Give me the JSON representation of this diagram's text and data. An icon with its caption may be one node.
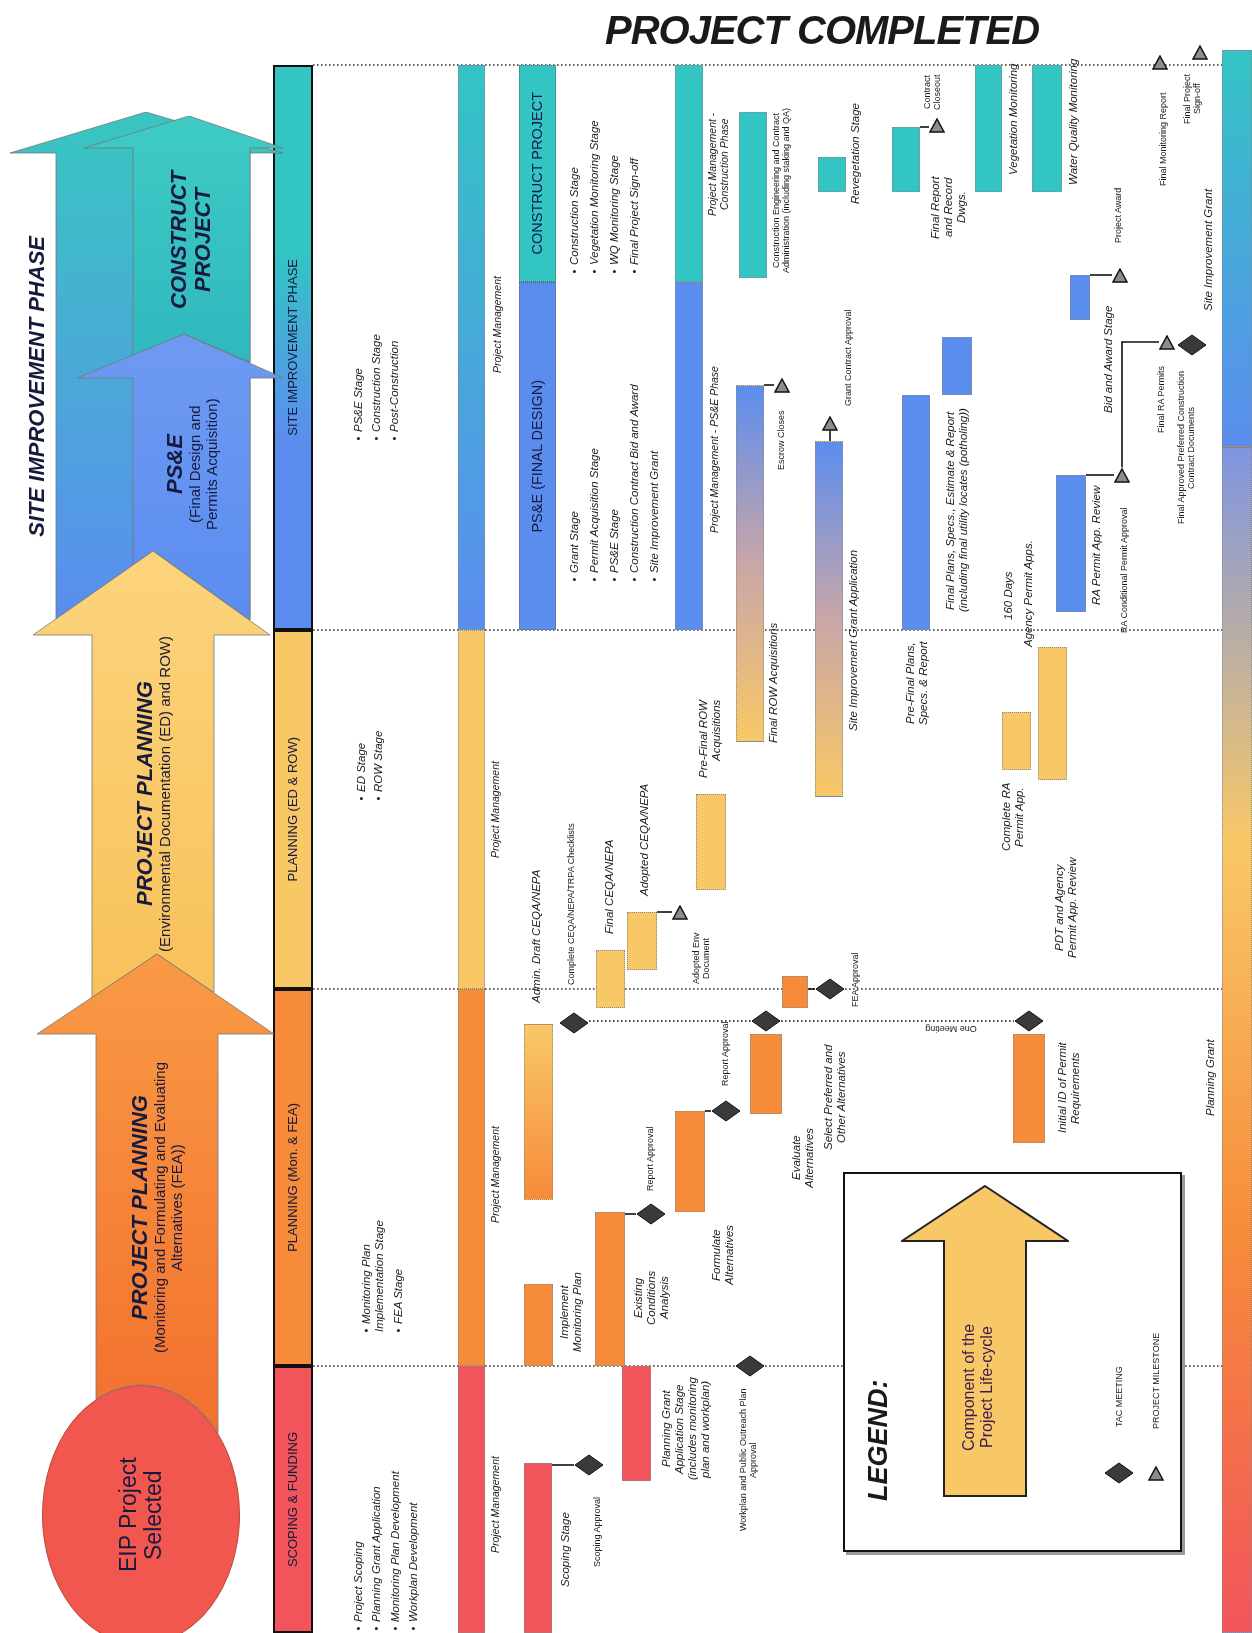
{
  "diagram": {
    "title": "PROJECT COMPLETED",
    "nodes": [
      {
        "text": [
          "EIP Project Selected"
        ]
      },
      {
        "text": [
          "PROJECT PLANNING",
          "(Monitoring and Formulating and Evaluating Alternatives (FEA))"
        ]
      },
      {
        "text": [
          "PROJECT PLANNING",
          "(Environmental Documentation (ED) and ROW)"
        ]
      },
      {
        "text": [
          "SITE IMPROVEMENT PHASE"
        ]
      },
      {
        "text": [
          "PS&E",
          "(Final Design and Permits Acquisition)"
        ],
        "in": 3
      },
      {
        "text": [
          "CONSTRUCT PROJECT"
        ],
        "in": 3
      },
      {
        "text": [
          "SCOPING & FUNDING"
        ]
      },
      {
        "text": [
          "PLANNING (Mon. & FEA)"
        ]
      },
      {
        "text": [
          "PLANNING (ED & ROW)"
        ]
      },
      {
        "text": [
          "SITE IMPROVEMENT PHASE"
        ]
      },
      {
        "text": [],
        "shape": "bar",
        "beside": [
          "Project Management"
        ]
      },
      {
        "text": [],
        "shape": "bar",
        "beside": [
          "Project Management"
        ]
      },
      {
        "text": [],
        "shape": "bar",
        "beside": [
          "Project Management"
        ]
      },
      {
        "text": [],
        "shape": "bar",
        "beside": [
          "Project Management"
        ]
      },
      {
        "text": [
          "CONSTRUCT PROJECT"
        ]
      },
      {
        "text": [
          "PS&E (FINAL DESIGN)"
        ]
      },
      {
        "text": [],
        "shape": "bar",
        "beside": [
          "Project Management - Construction Phase"
        ]
      },
      {
        "text": [],
        "shape": "bar",
        "beside": [
          "Project Management - PS&E Phase"
        ]
      },
      {
        "text": [],
        "shape": "bar",
        "beside": [
          "Scoping Stage"
        ]
      },
      {
        "text": [],
        "shape": "diamond",
        "beside": [
          "Scoping Approval"
        ]
      },
      {
        "text": [],
        "shape": "bar",
        "beside": [
          "Planning Grant Application Stage (includes monitoring plan and workplan)"
        ]
      },
      {
        "text": [],
        "shape": "diamond",
        "beside": [
          "Workplan and Public Outreach Plan Approval"
        ]
      },
      {
        "text": [],
        "shape": "bar",
        "beside": [
          "Implement Monitoring Plan"
        ]
      },
      {
        "text": [],
        "shape": "bar",
        "beside": [
          "Existing Conditions Analysis"
        ]
      },
      {
        "text": [],
        "shape": "diamond",
        "beside": [
          "Report Approval"
        ]
      },
      {
        "text": [],
        "shape": "bar",
        "beside": [
          "Formulate Alternatives"
        ]
      },
      {
        "text": [],
        "shape": "diamond",
        "beside": [
          "Report Approval"
        ]
      },
      {
        "text": [],
        "shape": "bar",
        "beside": [
          "Evaluate Alternatives"
        ]
      },
      {
        "text": [],
        "shape": "diamond"
      },
      {
        "text": [],
        "shape": "bar",
        "beside": [
          "Select Preferred and Other Alternatives"
        ]
      },
      {
        "text": [],
        "shape": "diamond",
        "beside": [
          "FEA Approval"
        ]
      },
      {
        "text": [],
        "shape": "bar",
        "beside": [
          "Initial ID of Permit Requirements"
        ]
      },
      {
        "text": [],
        "shape": "diamond"
      },
      {
        "text": [],
        "shape": "bar",
        "beside": [
          "Admin. Draft CEQA/NEPA"
        ]
      },
      {
        "text": [],
        "shape": "diamond",
        "beside": [
          "Complete CEQA/NEPA/TRPA Checklists"
        ]
      },
      {
        "text": [],
        "shape": "bar",
        "beside": [
          "Final CEQA/NEPA"
        ]
      },
      {
        "text": [],
        "shape": "bar",
        "beside": [
          "Adopted CEQA/NEPA"
        ]
      },
      {
        "text": [],
        "shape": "triangle",
        "beside": [
          "Adopted Env Document"
        ]
      },
      {
        "text": [],
        "shape": "bar",
        "beside": [
          "Pre-Final ROW Acquisitions"
        ]
      },
      {
        "text": [],
        "shape": "bar",
        "beside": [
          "Final ROW Acquisitions"
        ]
      },
      {
        "text": [],
        "shape": "triangle",
        "beside": [
          "Escrow Closes"
        ]
      },
      {
        "text": [],
        "shape": "bar",
        "beside": [
          "Site Improvement Grant Application"
        ]
      },
      {
        "text": [],
        "shape": "triangle",
        "beside": [
          "Grant Contract Approval"
        ]
      },
      {
        "text": [],
        "shape": "bar",
        "beside": [
          "Complete RA Permit App."
        ]
      },
      {
        "text": [],
        "shape": "bar",
        "beside": [
          "160 Days",
          "Agency Permit Apps."
        ]
      },
      {
        "text": [],
        "shape": "bar",
        "beside": [
          "Pre-Final Plans, Specs. & Report"
        ]
      },
      {
        "text": [],
        "shape": "bar",
        "beside": [
          "Final Plans, Specs., Estimate & Report (including final utility locates (potholing))"
        ]
      },
      {
        "text": [],
        "shape": "bar",
        "beside": [
          "RA Permit App. Review"
        ]
      },
      {
        "text": [],
        "shape": "triangle",
        "beside": [
          "RA Conditional Permit Approval"
        ]
      },
      {
        "text": [],
        "shape": "triangle",
        "beside": [
          "Final RA Permits"
        ]
      },
      {
        "text": [],
        "shape": "diamond",
        "beside": [
          "Final Approved Preferred Construction Contract Documents"
        ]
      },
      {
        "text": [],
        "shape": "bar",
        "beside": [
          "Bid and Award Stage"
        ]
      },
      {
        "text": [],
        "shape": "triangle",
        "beside": [
          "Project Award"
        ]
      },
      {
        "text": [],
        "shape": "bar",
        "beside": [
          "Construction Engineering and Contract Administration (including staking and QA)"
        ]
      },
      {
        "text": [],
        "shape": "bar",
        "beside": [
          "Revegetation Stage"
        ]
      },
      {
        "text": [],
        "shape": "bar",
        "beside": [
          "Final Report and Record Dwgs."
        ]
      },
      {
        "text": [],
        "shape": "triangle",
        "beside": [
          "Contract Closeout"
        ]
      },
      {
        "text": [],
        "shape": "bar",
        "beside": [
          "Vegetation Monitoring"
        ]
      },
      {
        "text": [],
        "shape": "bar",
        "beside": [
          "Water Quality Monitoring"
        ]
      },
      {
        "text": [],
        "shape": "triangle",
        "beside": [
          "Final Monitoring Report"
        ]
      },
      {
        "text": [],
        "shape": "triangle",
        "beside": [
          "Final Project Sign-off"
        ]
      },
      {
        "text": [],
        "shape": "bar",
        "beside": [
          "Site Improvement Grant"
        ]
      },
      {
        "text": [],
        "shape": "bar",
        "beside": [
          "Planning Grant"
        ]
      }
    ],
    "edges": [
      {
        "from": 18,
        "to": 19,
        "arrow": "none"
      },
      {
        "from": 23,
        "to": 24,
        "arrow": "none"
      },
      {
        "from": 25,
        "to": 26,
        "arrow": "none"
      },
      {
        "from": 34,
        "to": 28,
        "arrow": "none",
        "style": "dashed"
      },
      {
        "from": 28,
        "to": 32,
        "arrow": "none",
        "style": "dashed",
        "label": "One Meeting"
      },
      {
        "from": 29,
        "to": 30,
        "arrow": "none"
      },
      {
        "from": 36,
        "to": 37,
        "arrow": "none"
      },
      {
        "from": 39,
        "to": 40,
        "arrow": "none"
      },
      {
        "from": 41,
        "to": 42,
        "arrow": "none"
      },
      {
        "from": 47,
        "to": 48,
        "arrow": "none"
      },
      {
        "from": 48,
        "to": 49,
        "arrow": "none"
      },
      {
        "from": 51,
        "to": 52,
        "arrow": "none"
      },
      {
        "from": 55,
        "to": 56,
        "arrow": "none"
      }
    ],
    "labels": [
      "Project Scoping",
      "Planning Grant Application",
      "Monitoring Plan Development",
      "Workplan Development",
      "Monitoring Plan Implementation Stage",
      "FEA Stage",
      "ED Stage",
      "ROW Stage",
      "PS&E Stage",
      "Construction Stage",
      "Post-Construction",
      "Construction Stage",
      "Vegetation Monitoring Stage",
      "WQ Monitoring Stage",
      "Final Project Sign-off",
      "Grant Stage",
      "Permit Acquisition Stage",
      "PS&E Stage",
      "Construction Contract Bid and Award",
      "Site Improvement Grant",
      "PDT and Agency Permit App. Review",
      "LEGEND:"
    ],
    "legend": [
      {
        "text": "Component of the Project Life-cycle"
      },
      {
        "text": "TAC MEETING"
      },
      {
        "text": "PROJECT MILESTONE"
      }
    ]
  }
}
